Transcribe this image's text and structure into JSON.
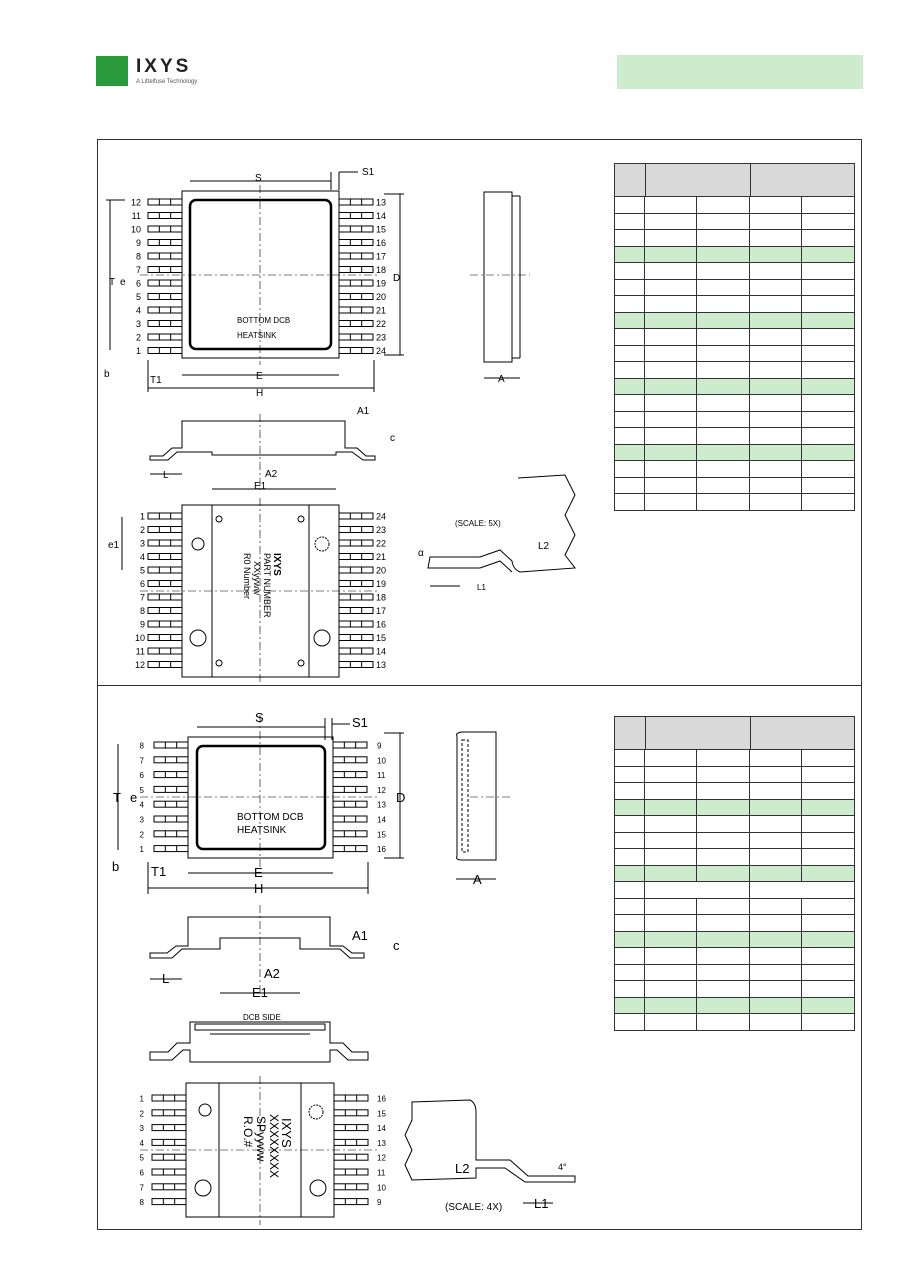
{
  "logo": {
    "brand": "IXYS",
    "tagline": "A Littelfuse Technology"
  },
  "package1": {
    "dims": {
      "S": "S",
      "S1": "S1",
      "D": "D",
      "T": "T",
      "e": "e",
      "b": "b",
      "T1": "T1",
      "E": "E",
      "H": "H",
      "A": "A",
      "A1": "A1",
      "A2": "A2",
      "c": "c",
      "L": "L",
      "E1": "E1",
      "e1": "e1",
      "L1": "L1",
      "L2": "L2",
      "alpha": "α"
    },
    "heatsink_line1": "BOTTOM  DCB",
    "heatsink_line2": "HEATSINK",
    "scale": "(SCALE:  5X)",
    "mark_line1": "IXYS",
    "mark_line2": "PART  NUMBER",
    "mark_line3": "XXyyww",
    "mark_line4": "R0  Number",
    "pins_left_top": [
      "12",
      "11",
      "10",
      "9",
      "8",
      "7",
      "6",
      "5",
      "4",
      "3",
      "2",
      "1"
    ],
    "pins_right_top": [
      "13",
      "14",
      "15",
      "16",
      "17",
      "18",
      "19",
      "20",
      "21",
      "22",
      "23",
      "24"
    ],
    "pins_left_bottom": [
      "1",
      "2",
      "3",
      "4",
      "5",
      "6",
      "7",
      "8",
      "9",
      "10",
      "11",
      "12"
    ],
    "pins_right_bottom": [
      "24",
      "23",
      "22",
      "21",
      "20",
      "19",
      "18",
      "17",
      "16",
      "15",
      "14",
      "13"
    ]
  },
  "package2": {
    "dims": {
      "S": "S",
      "S1": "S1",
      "D": "D",
      "T": "T",
      "e": "e",
      "b": "b",
      "T1": "T1",
      "E": "E",
      "H": "H",
      "A": "A",
      "A1": "A1",
      "A2": "A2",
      "c": "c",
      "L": "L",
      "E1": "E1",
      "L1": "L1",
      "L2": "L2",
      "angle": "4°"
    },
    "heatsink_line1": "BOTTOM  DCB",
    "heatsink_line2": "HEATSINK",
    "dcb_side": "DCB  SIDE",
    "scale": "(SCALE:  4X)",
    "mark_line1": "IXYS",
    "mark_line2": "XXXXXXXX",
    "mark_line3": "SPyyww",
    "mark_line4": "R.O.#",
    "pins_left_top": [
      "8",
      "7",
      "6",
      "5",
      "4",
      "3",
      "2",
      "1"
    ],
    "pins_right_top": [
      "9",
      "10",
      "11",
      "12",
      "13",
      "14",
      "15",
      "16"
    ],
    "pins_left_bottom": [
      "1",
      "2",
      "3",
      "4",
      "5",
      "6",
      "7",
      "8"
    ],
    "pins_right_bottom": [
      "16",
      "15",
      "14",
      "13",
      "12",
      "11",
      "10",
      "9"
    ]
  },
  "colors": {
    "accent_green": "#cdeccd",
    "logo_green": "#2a9a3c",
    "header_gray": "#d9d9d9"
  }
}
